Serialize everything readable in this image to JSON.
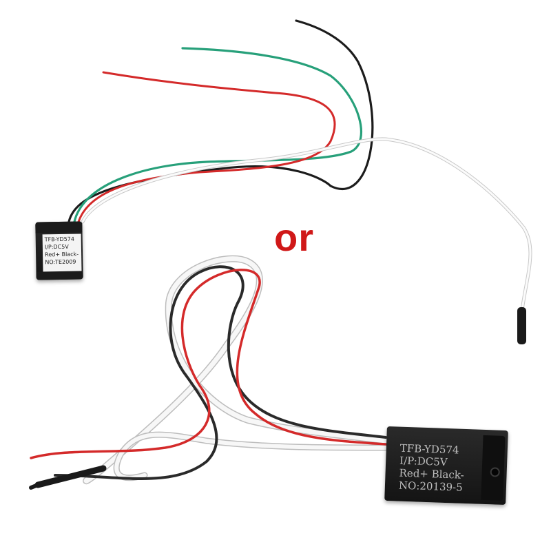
{
  "separator": {
    "text": "or"
  },
  "module_top": {
    "lines": [
      "TFB-YD574",
      "I/P:DC5V",
      "Red+ Black-",
      "NO:TE2009"
    ]
  },
  "module_bottom": {
    "lines": [
      "TFB-YD574",
      "I/P:DC5V",
      "Red+ Black-",
      "NO:20139-5"
    ]
  },
  "colors": {
    "or_text": "#d01818",
    "wire_red": "#d42a2a",
    "wire_black": "#1c1c1c",
    "wire_green": "#27a07a",
    "wire_white": "#f2f2f2"
  }
}
